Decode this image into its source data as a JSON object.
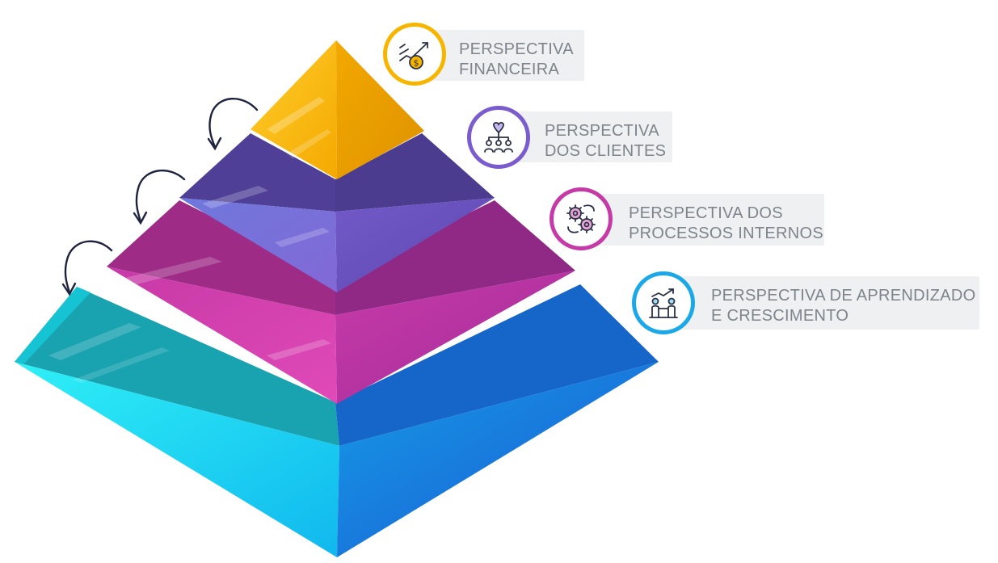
{
  "layers": [
    {
      "id": "financeira",
      "label_lines": [
        "PERSPECTIVA",
        "FINANCEIRA"
      ],
      "icon": "money-growth-icon",
      "color": "#f7b500"
    },
    {
      "id": "clientes",
      "label_lines": [
        "PERSPECTIVA",
        "DOS CLIENTES"
      ],
      "icon": "customers-network-icon",
      "color": "#7a5ccf"
    },
    {
      "id": "processos",
      "label_lines": [
        "PERSPECTIVA DOS",
        "PROCESSOS INTERNOS"
      ],
      "icon": "gears-process-icon",
      "color": "#c63aa8"
    },
    {
      "id": "aprendizado",
      "label_lines": [
        "PERSPECTIVA DE APRENDIZADO",
        "E CRESCIMENTO"
      ],
      "icon": "team-growth-icon",
      "color": "#1aa8e8"
    }
  ],
  "colors": {
    "label_bg": "#eef0f2",
    "label_text": "#7e848c",
    "arrow": "#1f2340"
  }
}
